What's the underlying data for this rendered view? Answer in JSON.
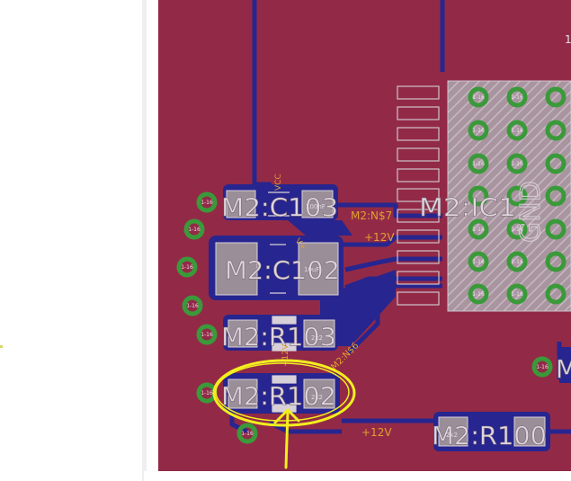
{
  "board": {
    "colors": {
      "board": "#922a47",
      "trace": "#27258f",
      "pad": "#9a8f99",
      "pad_outline": "#d8d0d8",
      "label": "#d9c8d6",
      "net_label": "#e0a030",
      "via": "#3a9a3a",
      "annotation": "#f2ee1e"
    },
    "components": [
      {
        "name": "M2:C103",
        "value": "100nF"
      },
      {
        "name": "M2:C102",
        "value": "10uF"
      },
      {
        "name": "M2:R103",
        "value": "2k2"
      },
      {
        "name": "M2:R102",
        "value": "2k2"
      },
      {
        "name": "M2:R100",
        "value": "2k2"
      },
      {
        "name": "M2:IC1",
        "value": "GND"
      }
    ],
    "net_labels": [
      "M2:N$7",
      "+12V",
      "+12V",
      "VCC",
      "V+",
      "M2:N$6",
      "+12V"
    ],
    "via_labels": [
      "1-16",
      "1-16",
      "1-16",
      "1-16",
      "1-16",
      "1-16",
      "1-16",
      "1-16"
    ],
    "grid_via_label": "1-16",
    "right_edge_label": "M",
    "right_edge_mark": "1"
  },
  "annotation": {
    "shape": "circle-with-arrow",
    "target": "M2:R102"
  }
}
